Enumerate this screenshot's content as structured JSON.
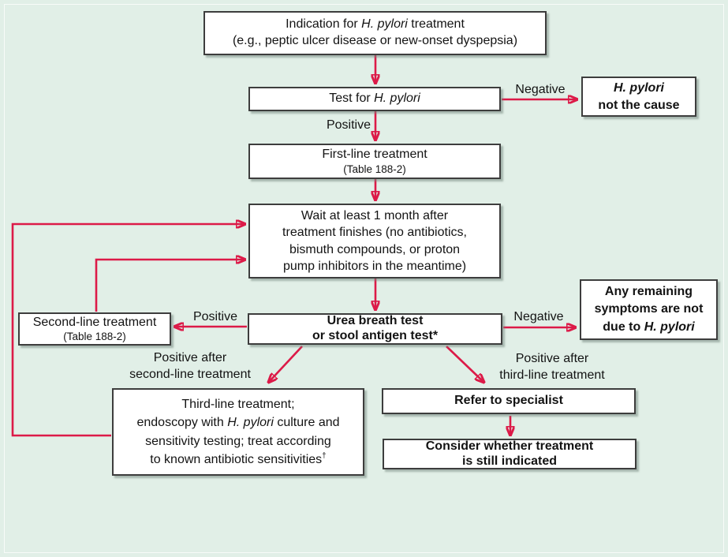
{
  "figure": {
    "type": "flowchart",
    "topic": "H. pylori treatment algorithm"
  },
  "colors": {
    "background": "#e1efe7",
    "arrow_red": "#dc1a48",
    "box_fill": "#ffffff",
    "box_border": "#3d3d3d",
    "text": "#131313"
  },
  "nodes": {
    "indication": {
      "l1a": "Indication for ",
      "l1b": "H. pylori",
      "l1c": " treatment",
      "l2": "(e.g., peptic ulcer disease or new-onset dyspepsia)"
    },
    "test": {
      "l1a": "Test for ",
      "l1b": "H. pylori"
    },
    "hp_not_cause": {
      "l1": "H. pylori",
      "l2": "not the cause"
    },
    "first_line": {
      "title": "First-line treatment",
      "subtitle": "(Table 188-2)"
    },
    "wait": {
      "l1": "Wait at least 1 month after",
      "l2": "treatment finishes (no antibiotics,",
      "l3": "bismuth compounds, or proton",
      "l4": "pump inhibitors in the meantime)"
    },
    "urea": {
      "l1": "Urea breath test",
      "l2": "or stool antigen test*"
    },
    "any_remaining": {
      "l1": "Any remaining",
      "l2": "symptoms are not",
      "l3a": "due to ",
      "l3b": "H. pylori"
    },
    "second_line": {
      "title": "Second-line treatment",
      "subtitle": "(Table 188-2)"
    },
    "third_line": {
      "l1": "Third-line treatment;",
      "l2a": "endoscopy with ",
      "l2b": "H. pylori",
      "l2c": " culture and",
      "l3": "sensitivity testing; treat according",
      "l4": "to known antibiotic sensitivities",
      "l4sup": "†"
    },
    "refer": {
      "label": "Refer to specialist"
    },
    "consider": {
      "l1": "Consider whether treatment",
      "l2": "is still indicated"
    }
  },
  "labels": {
    "negative_top": "Negative",
    "positive_top": "Positive",
    "positive_mid": "Positive",
    "negative_mid": "Negative",
    "positive_after_second_1": "Positive after",
    "positive_after_second_2": "second-line treatment",
    "positive_after_third_1": "Positive after",
    "positive_after_third_2": "third-line treatment"
  }
}
